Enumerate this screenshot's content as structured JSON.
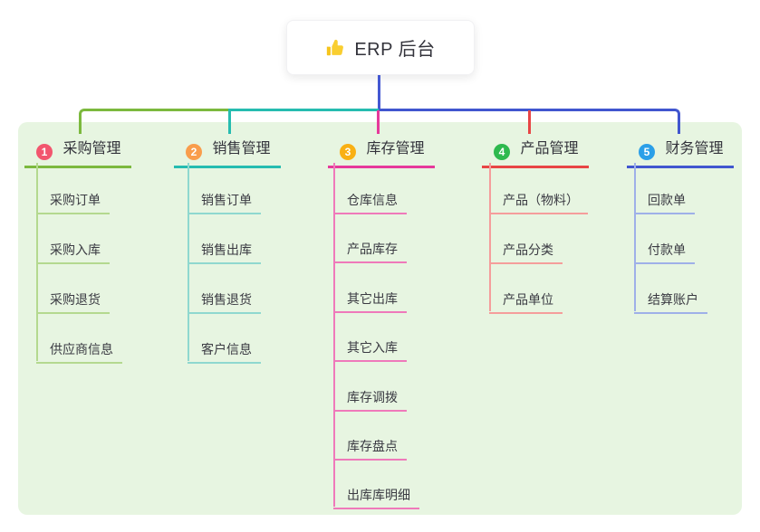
{
  "root": {
    "label": "ERP 后台",
    "icon": "thumbs-up-icon"
  },
  "colors": {
    "canvas": "#ffffff",
    "panel": "#e7f5e1",
    "root_connector": "#4458d2",
    "text": "#33333b",
    "thumb_icon": "#f6c51e"
  },
  "branches": [
    {
      "index": "1",
      "label": "采购管理",
      "badge_color": "#f2566e",
      "line_color": "#7cb93e",
      "child_line_color": "#b4d98f",
      "children": [
        "采购订单",
        "采购入库",
        "采购退货",
        "供应商信息"
      ]
    },
    {
      "index": "2",
      "label": "销售管理",
      "badge_color": "#f99d4c",
      "line_color": "#26bcb0",
      "child_line_color": "#8fd8cf",
      "children": [
        "销售订单",
        "销售出库",
        "销售退货",
        "客户信息"
      ]
    },
    {
      "index": "3",
      "label": "库存管理",
      "badge_color": "#f9b013",
      "line_color": "#e6399b",
      "child_line_color": "#ef79ba",
      "children": [
        "仓库信息",
        "产品库存",
        "其它出库",
        "其它入库",
        "库存调拨",
        "库存盘点",
        "出库库明细"
      ]
    },
    {
      "index": "4",
      "label": "产品管理",
      "badge_color": "#2eb94e",
      "line_color": "#e84545",
      "child_line_color": "#f59d9b",
      "children": [
        "产品（物料）",
        "产品分类",
        "产品单位"
      ]
    },
    {
      "index": "5",
      "label": "财务管理",
      "badge_color": "#2b9fe8",
      "line_color": "#4156cf",
      "child_line_color": "#9fb0e8",
      "children": [
        "回款单",
        "付款单",
        "结算账户"
      ]
    }
  ]
}
